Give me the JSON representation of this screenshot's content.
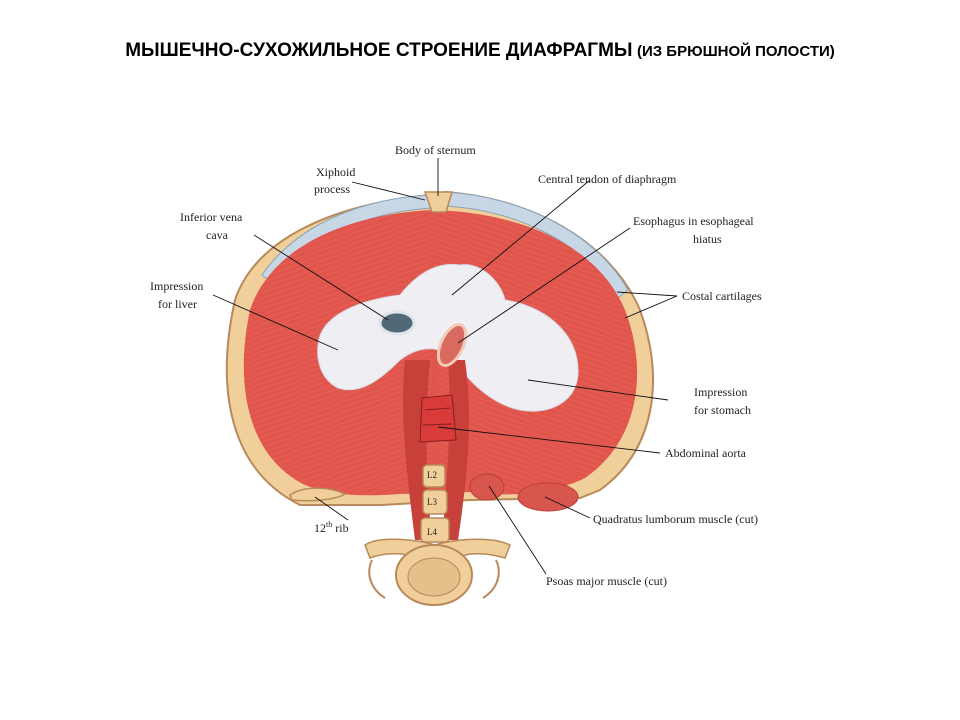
{
  "title": {
    "main": "МЫШЕЧНО-СУХОЖИЛЬНОЕ  СТРОЕНИЕ  ДИАФРАГМЫ",
    "sub": "(ИЗ  БРЮШНОЙ ПОЛОСТИ)"
  },
  "labels": {
    "body_of_sternum": "Body of sternum",
    "xiphoid_line1": "Xiphoid",
    "xiphoid_line2": "process",
    "ivc_line1": "Inferior vena",
    "ivc_line2": "cava",
    "liver_line1": "Impression",
    "liver_line2": "for liver",
    "central_tendon": "Central tendon of diaphragm",
    "esophagus_line1": "Esophagus in esophageal",
    "esophagus_line2": "hiatus",
    "costal_cartilages": "Costal cartilages",
    "stomach_line1": "Impression",
    "stomach_line2": "for stomach",
    "abdominal_aorta": "Abdominal aorta",
    "rib12_num": "12",
    "rib12_sup": "th",
    "rib12_word": "rib",
    "quadratus": "Quadratus lumborum muscle (cut)",
    "psoas": "Psoas major muscle (cut)"
  },
  "vertebrae": [
    "L2",
    "L3",
    "L4"
  ],
  "colors": {
    "muscle": "#e0554c",
    "muscle_dark": "#c8403a",
    "tendon": "#eeeef3",
    "cartilage": "#c7d7e5",
    "bone": "#f0cf9a",
    "bone_outline": "#b8895a",
    "aorta": "#d93a3a"
  }
}
